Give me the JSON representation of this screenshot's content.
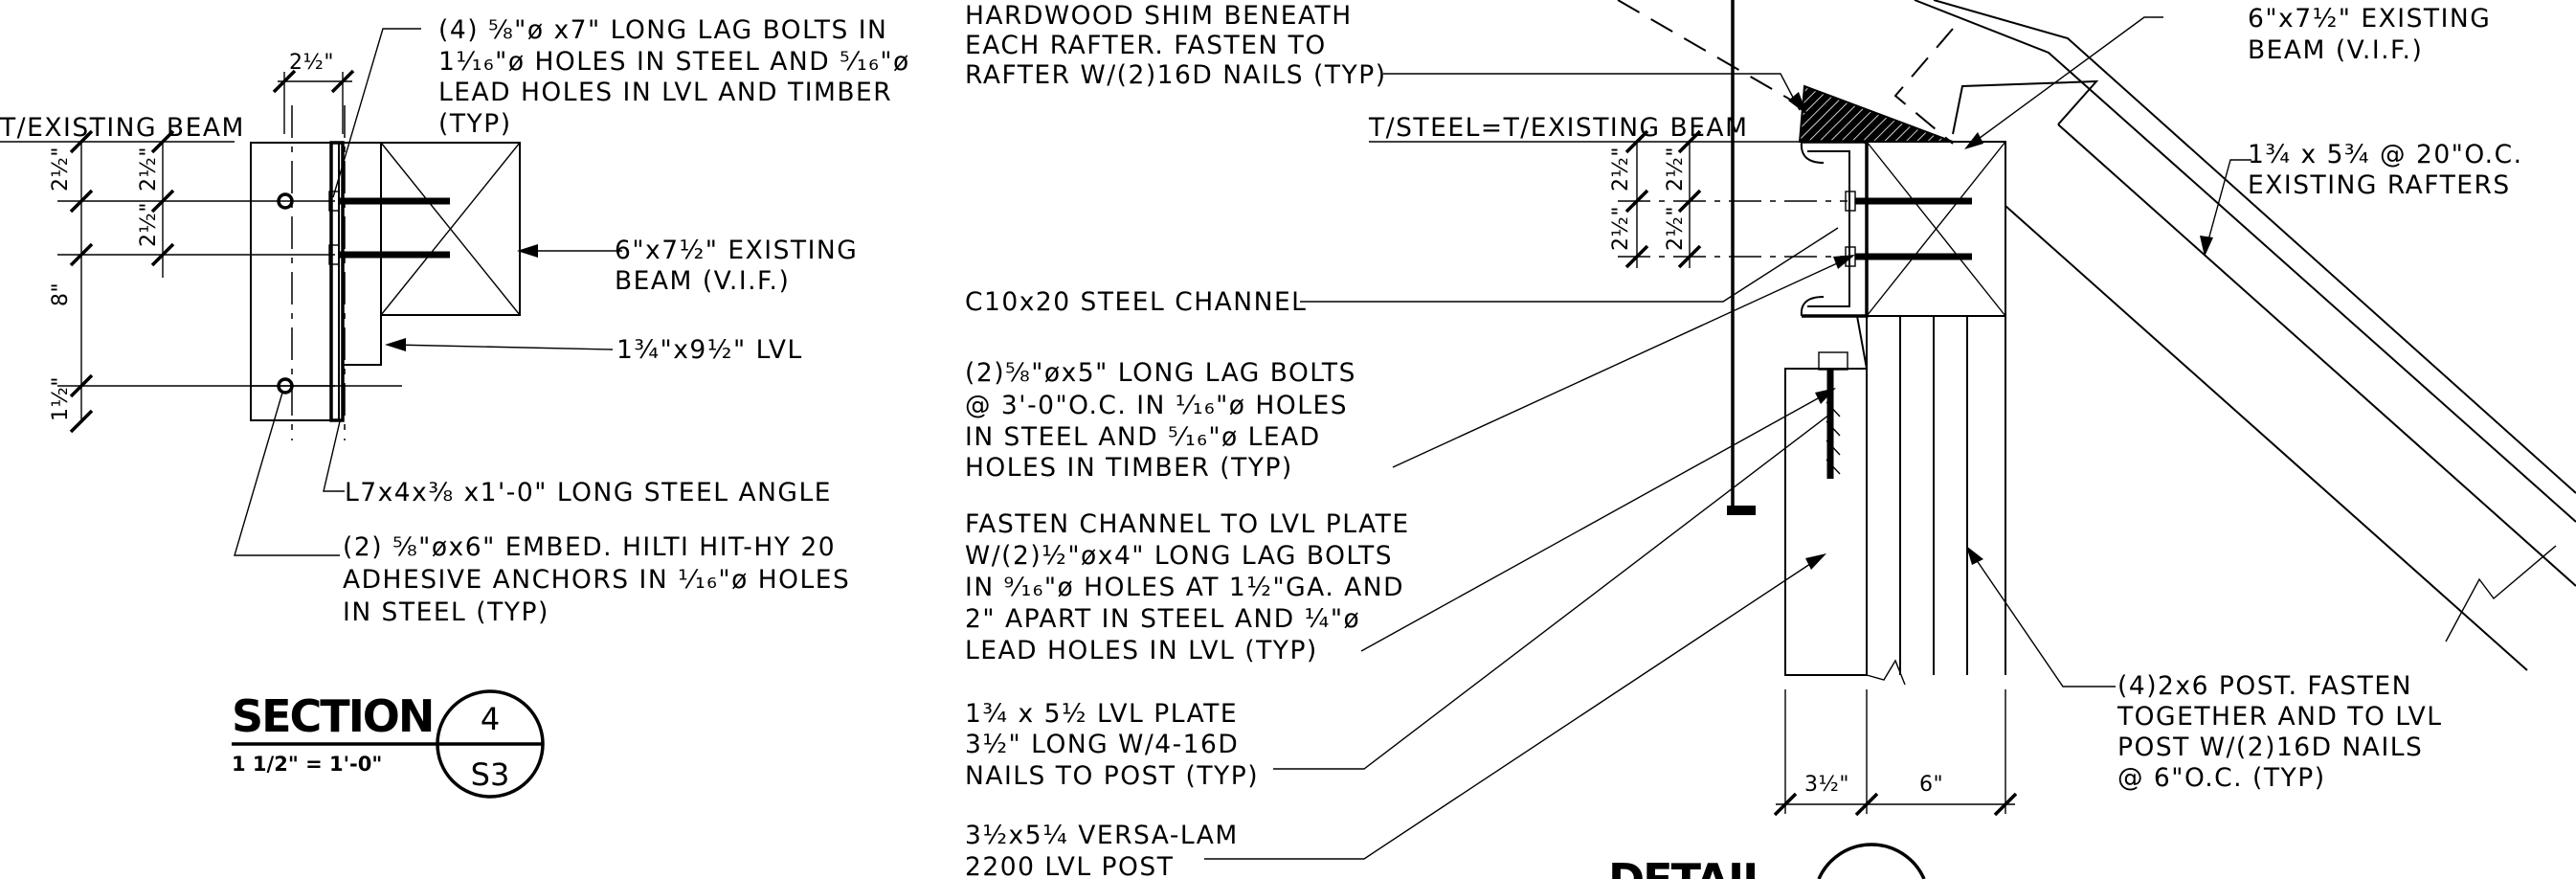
{
  "notes_left": {
    "lag_bolts": [
      "(4) ⅝\"ø x7\" LONG LAG BOLTS IN",
      "1⅟₁₆\"ø HOLES IN STEEL AND ⁵⁄₁₆\"ø",
      "LEAD HOLES IN LVL AND TIMBER",
      "(TYP)"
    ],
    "existing_beam": [
      "6\"x7½\" EXISTING",
      "BEAM (V.I.F.)"
    ],
    "lvl": "1¾\"x9½\" LVL",
    "angle": "L7x4x⅜ x1'-0\" LONG STEEL ANGLE",
    "anchors": [
      "(2) ⅝\"øx6\" EMBED. HILTI HIT-HY 20",
      "ADHESIVE ANCHORS IN ¹⁄₁₆\"ø HOLES",
      "IN STEEL (TYP)"
    ],
    "top_of_beam": "T/EXISTING BEAM"
  },
  "dims_left": {
    "top": "2½\"",
    "v1": "2½\"",
    "v2": "2½\"",
    "v3": "2½\"",
    "v4": "8\"",
    "v5": "1½\""
  },
  "section_title": {
    "word": "SECTION",
    "scale": "1 1/2\" = 1'-0\"",
    "number": "4",
    "sheet": "S3"
  },
  "notes_mid": {
    "shim": [
      "HARDWOOD SHIM BENEATH",
      "EACH RAFTER. FASTEN TO",
      "RAFTER W/(2)16D NAILS (TYP)"
    ],
    "top_of_steel": "T/STEEL=T/EXISTING BEAM",
    "channel": "C10x20 STEEL CHANNEL",
    "lag_bolts": [
      "(2)⅝\"øx5\" LONG LAG BOLTS",
      "@ 3'-0\"O.C. IN ¹⁄₁₆\"ø HOLES",
      "IN STEEL AND ⁵⁄₁₆\"ø LEAD",
      "HOLES IN TIMBER (TYP)"
    ],
    "fasten": [
      "FASTEN CHANNEL TO LVL PLATE",
      "W/(2)½\"øx4\" LONG LAG BOLTS",
      "IN ⁹⁄₁₆\"ø HOLES AT 1½\"GA. AND",
      "2\" APART IN STEEL AND ¼\"ø",
      "LEAD HOLES IN LVL (TYP)"
    ],
    "plate": [
      "1¾ x 5½ LVL PLATE",
      "3½\" LONG W/4-16D",
      "NAILS TO POST (TYP)"
    ],
    "post": [
      "3½x5¼ VERSA-LAM",
      "2200 LVL POST"
    ]
  },
  "dims_right": {
    "v1": "2½\"",
    "v2": "2½\"",
    "v3": "2½\"",
    "v4": "2½\"",
    "w1": "3½\"",
    "w2": "6\""
  },
  "notes_right": {
    "existing_beam": [
      "6\"x7½\" EXISTING",
      "BEAM (V.I.F.)"
    ],
    "rafters": [
      "1¾ x 5¾ @ 20\"O.C.",
      "EXISTING RAFTERS"
    ],
    "post": [
      "(4)2x6 POST. FASTEN",
      "TOGETHER AND TO LVL",
      "POST W/(2)16D NAILS",
      "@ 6\"O.C. (TYP)"
    ]
  },
  "detail_title": {
    "word": "DETAIL"
  }
}
